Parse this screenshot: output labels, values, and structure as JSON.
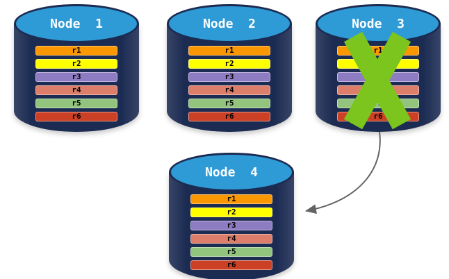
{
  "diagram": {
    "description": "Replicated database nodes; failed node's replicas recovered onto new node",
    "nodes": [
      {
        "id": "node-1",
        "label": "Node  1",
        "failed": false,
        "rows": [
          {
            "label": "r1",
            "color": "#FB9801"
          },
          {
            "label": "r2",
            "color": "#FFFF00"
          },
          {
            "label": "r3",
            "color": "#8E7CC3"
          },
          {
            "label": "r4",
            "color": "#DD7E6B"
          },
          {
            "label": "r5",
            "color": "#93C47D"
          },
          {
            "label": "r6",
            "color": "#CC4125"
          }
        ]
      },
      {
        "id": "node-2",
        "label": "Node  2",
        "failed": false,
        "rows": [
          {
            "label": "r1",
            "color": "#FB9801"
          },
          {
            "label": "r2",
            "color": "#FFFF00"
          },
          {
            "label": "r3",
            "color": "#8E7CC3"
          },
          {
            "label": "r4",
            "color": "#DD7E6B"
          },
          {
            "label": "r5",
            "color": "#93C47D"
          },
          {
            "label": "r6",
            "color": "#CC4125"
          }
        ]
      },
      {
        "id": "node-3",
        "label": "Node  3",
        "failed": true,
        "rows": [
          {
            "label": "r1",
            "color": "#FB9801"
          },
          {
            "label": "r2",
            "color": "#FFFF00"
          },
          {
            "label": "r3",
            "color": "#8E7CC3"
          },
          {
            "label": "r4",
            "color": "#DD7E6B"
          },
          {
            "label": "r5",
            "color": "#93C47D"
          },
          {
            "label": "r6",
            "color": "#CC4125"
          }
        ]
      },
      {
        "id": "node-4",
        "label": "Node  4",
        "failed": false,
        "rows": [
          {
            "label": "r1",
            "color": "#FB9801"
          },
          {
            "label": "r2",
            "color": "#FFFF00"
          },
          {
            "label": "r3",
            "color": "#8E7CC3"
          },
          {
            "label": "r4",
            "color": "#DD7E6B"
          },
          {
            "label": "r5",
            "color": "#93C47D"
          },
          {
            "label": "r6",
            "color": "#CC4125"
          }
        ]
      }
    ],
    "arrow": {
      "from": "node-3",
      "to": "node-4"
    },
    "colors": {
      "background": "#FFFFFF",
      "cylinder_body": "#1C2B52",
      "cylinder_top": "#2E9AD6",
      "node_title_text": "#FFFFFF",
      "row_text": "#000000",
      "failure_x": "#7CC51E",
      "arrow": "#646464"
    }
  }
}
